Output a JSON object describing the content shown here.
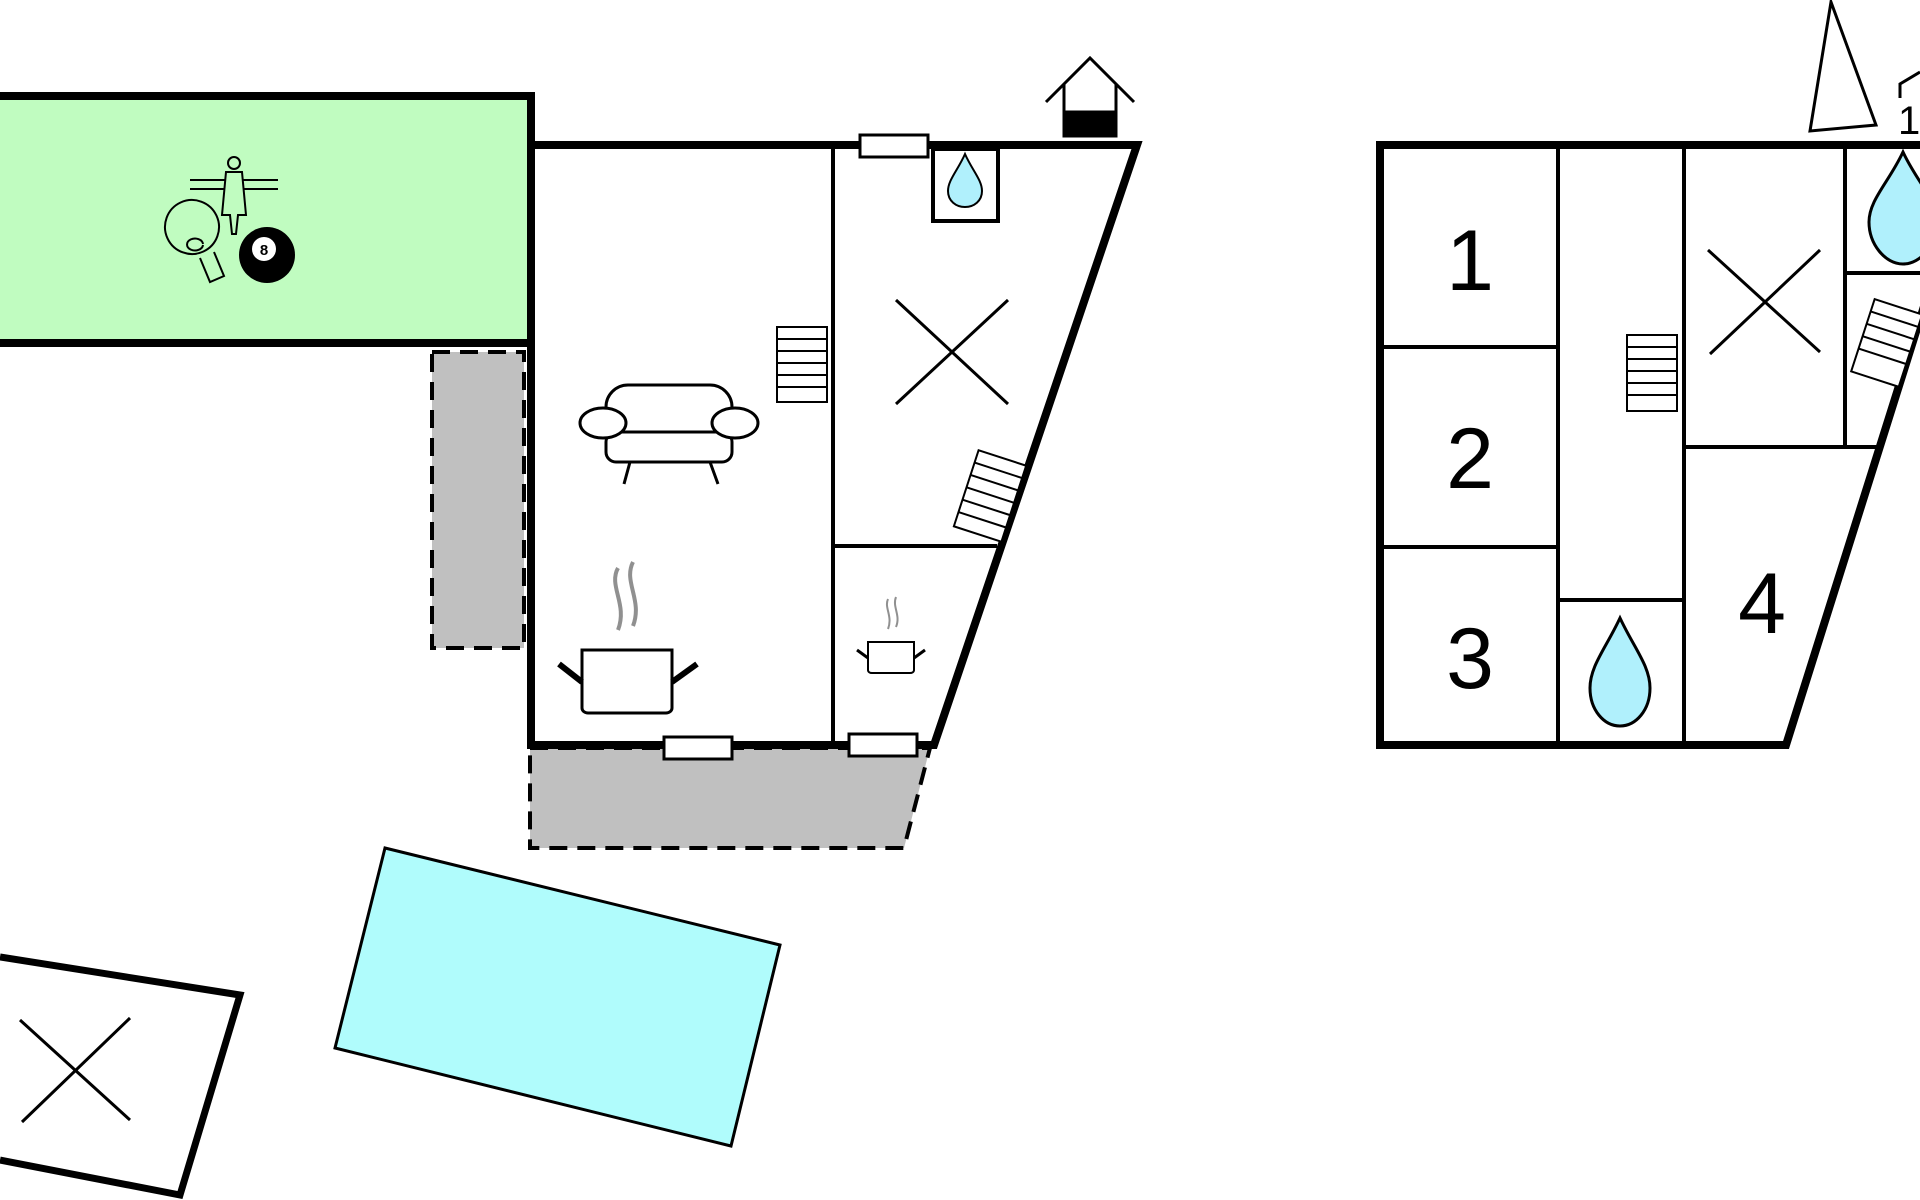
{
  "floor_plan": {
    "room_numbers": [
      "1",
      "2",
      "3",
      "4"
    ],
    "north_label": "1",
    "ball_number": "8",
    "icons": {
      "north": "north-arrow-icon",
      "house": "house-icon",
      "sofa": "sofa-icon",
      "cooking": "cooking-pot-icon",
      "bathroom": "water-drop-icon",
      "bedroom": "bed-cross-icon",
      "stairs": "stairs-icon",
      "window": "window-icon",
      "foosball": "foosball-icon",
      "ping_pong": "ping-pong-icon",
      "billiard": "billiard-ball-icon",
      "pool": "swimming-pool"
    },
    "colors": {
      "game_room": "#c0fcc0",
      "terrace": "#c0c0c0",
      "pool": "#b0fcfc",
      "water": "#b0f0fc",
      "wall": "#000000",
      "steam": "#909090"
    }
  }
}
